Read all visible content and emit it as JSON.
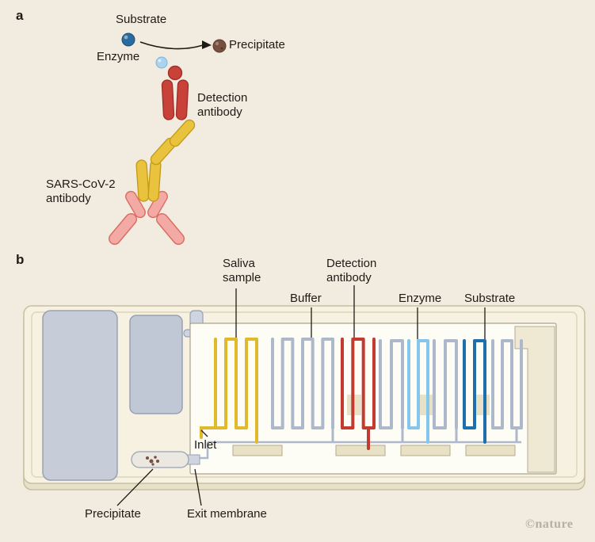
{
  "figure": {
    "panel_a_label": "a",
    "panel_b_label": "b",
    "credit": "©nature"
  },
  "panel_a": {
    "substrate": "Substrate",
    "enzyme": "Enzyme",
    "precipitate": "Precipitate",
    "detection_antibody": "Detection antibody",
    "sars_cov_2_antibody": "SARS-CoV-2 antibody"
  },
  "panel_b": {
    "saliva_sample": "Saliva sample",
    "buffer": "Buffer",
    "detection_antibody": "Detection antibody",
    "enzyme": "Enzyme",
    "substrate": "Substrate",
    "inlet": "Inlet",
    "precipitate": "Precipitate",
    "exit_membrane": "Exit membrane"
  },
  "colors": {
    "background": "#f1ecdf",
    "text": "#1e1b16",
    "substrate_sphere": "#2a6a9e",
    "substrate_sphere_edge": "#1d4f77",
    "enzyme_sphere": "#a9d3ee",
    "enzyme_sphere_edge": "#7fb3d6",
    "precipitate_sphere": "#77503f",
    "precipitate_sphere_edge": "#5d3c2f",
    "detection_antibody_red": "#c8423a",
    "detection_antibody_red_dark": "#a52f28",
    "sars_antibody_yellow": "#eac33e",
    "sars_antibody_yellow_dark": "#c49c1b",
    "capture_antibody_pink": "#f3aaa5",
    "capture_antibody_pink_dark": "#d96c62",
    "channel_grey": "#aeb8cb",
    "channel_yellow": "#e0b92c",
    "channel_red": "#c23a30",
    "channel_light_blue": "#85c6ec",
    "channel_dark_blue": "#1e6fae",
    "cartridge_fill": "#f6f1e0",
    "cartridge_lip": "#e8e1c9",
    "cartridge_edge": "#c9bfa0",
    "chip_white": "#fdfcf5",
    "chip_edge": "#aaa38c",
    "grey_block": "#c6cdd9",
    "grey_block_light": "#cfd5e0",
    "grey_block_edge": "#98a1b3",
    "pad_beige": "#e8e1c6",
    "pad_beige_edge": "#b4ac90",
    "waste_beige": "#efe9d3",
    "credit_grey": "#b5b0a3"
  }
}
